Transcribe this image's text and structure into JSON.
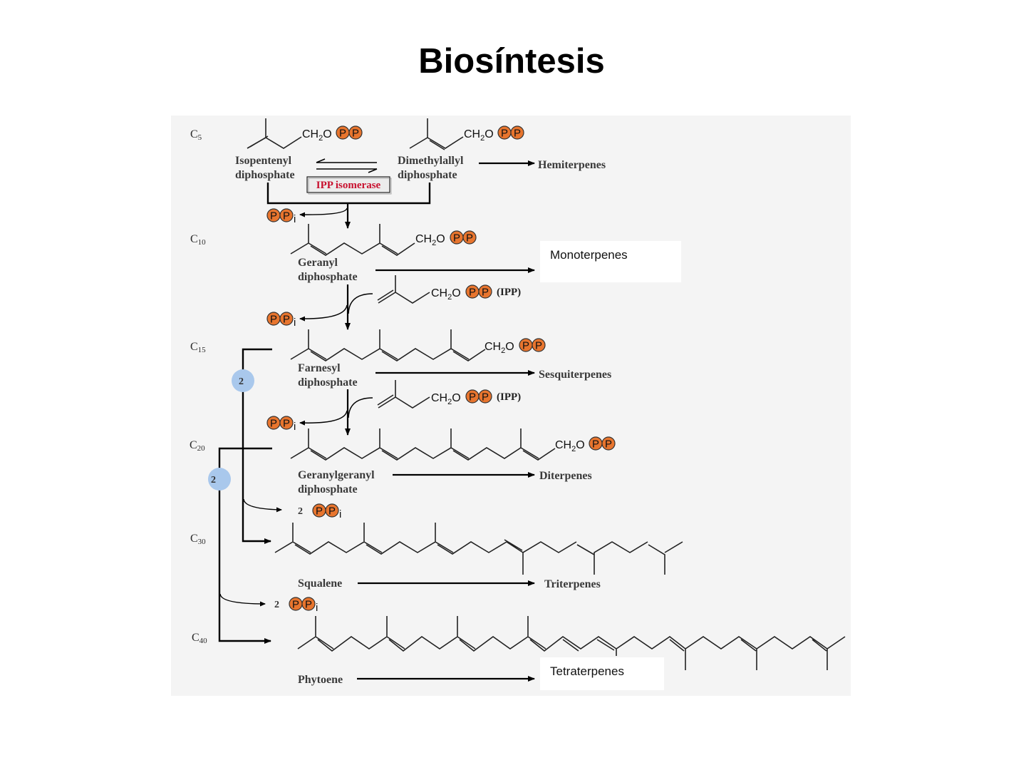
{
  "title": "Biosíntesis",
  "carbons": {
    "c5": [
      "C",
      "5"
    ],
    "c10": [
      "C",
      "10"
    ],
    "c15": [
      "C",
      "15"
    ],
    "c20": [
      "C",
      "20"
    ],
    "c30": [
      "C",
      "30"
    ],
    "c40": [
      "C",
      "40"
    ]
  },
  "molecules": {
    "ipp": [
      "Isopentenyl",
      "diphosphate"
    ],
    "dmapp": [
      "Dimethylallyl",
      "diphosphate"
    ],
    "gpp": [
      "Geranyl",
      "diphosphate"
    ],
    "fpp": [
      "Farnesyl",
      "diphosphate"
    ],
    "ggpp": [
      "Geranylgeranyl",
      "diphosphate"
    ],
    "squalene": "Squalene",
    "phytoene": "Phytoene"
  },
  "enzyme": "IPP isomerase",
  "products": {
    "hemi": "Hemiterpenes",
    "mono": "Monoterpenes",
    "sesqui": "Sesquiterpenes",
    "di": "Diterpenes",
    "tri": "Triterpenes",
    "tetra": "Tetraterpenes"
  },
  "groups": {
    "ch2o": [
      "CH",
      "2",
      "O"
    ],
    "p": "P",
    "ppi_sub": "i",
    "ipp_tag": "(IPP)",
    "two": "2"
  },
  "colors": {
    "phosphate": "#e8752e",
    "dimer_badge": "#a9c8ec",
    "panel": "#f4f4f4",
    "enzyme_text": "#c8102e"
  }
}
